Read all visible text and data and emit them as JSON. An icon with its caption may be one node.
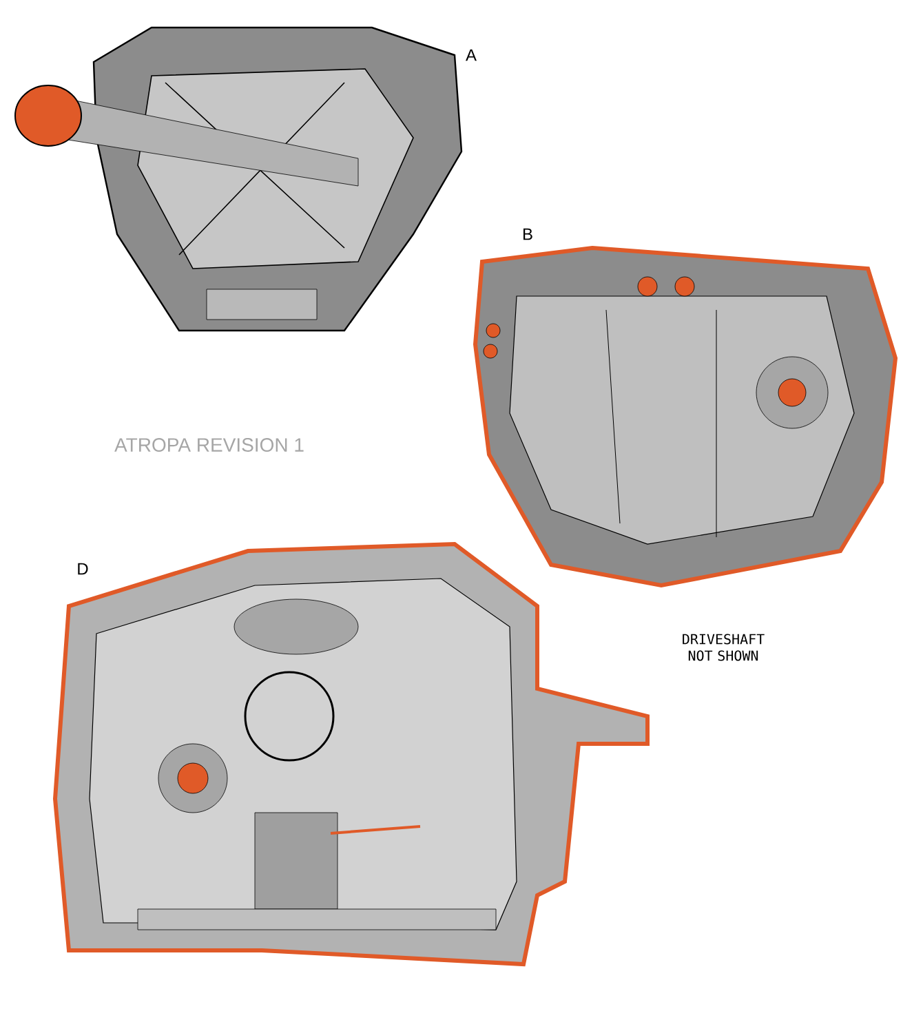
{
  "diagram": {
    "labels": [
      "A",
      "B",
      "ATROPA REVISION 1",
      "D",
      "DRIVESHAFT NOT SHOWN"
    ]
  }
}
